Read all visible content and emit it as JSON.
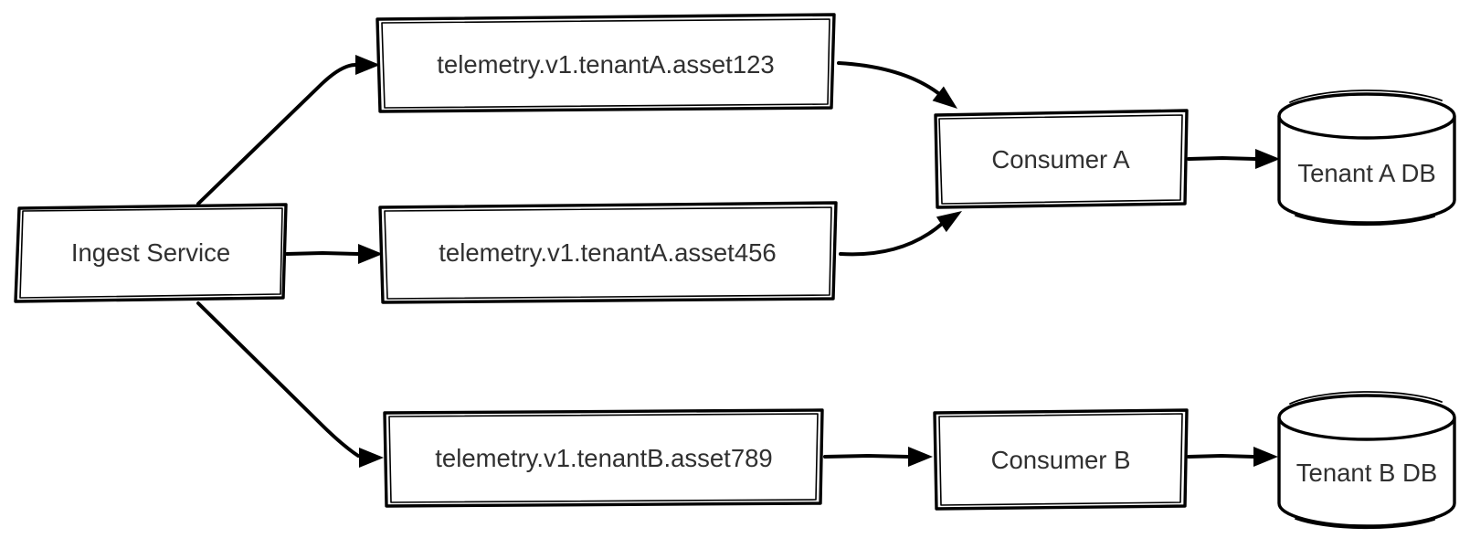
{
  "diagram": {
    "colors": {
      "background": "#ffffff",
      "stroke": "#000000",
      "text": "#303030"
    },
    "nodes": {
      "ingest": {
        "label": "Ingest Service",
        "shape": "rectangle"
      },
      "topic_a_123": {
        "label": "telemetry.v1.tenantA.asset123",
        "shape": "rectangle"
      },
      "topic_a_456": {
        "label": "telemetry.v1.tenantA.asset456",
        "shape": "rectangle"
      },
      "topic_b_789": {
        "label": "telemetry.v1.tenantB.asset789",
        "shape": "rectangle"
      },
      "consumer_a": {
        "label": "Consumer A",
        "shape": "rectangle"
      },
      "consumer_b": {
        "label": "Consumer B",
        "shape": "rectangle"
      },
      "tenant_a_db": {
        "label": "Tenant A DB",
        "shape": "cylinder"
      },
      "tenant_b_db": {
        "label": "Tenant B DB",
        "shape": "cylinder"
      }
    },
    "edges": [
      {
        "from": "Ingest Service",
        "to": "telemetry.v1.tenantA.asset123"
      },
      {
        "from": "Ingest Service",
        "to": "telemetry.v1.tenantA.asset456"
      },
      {
        "from": "Ingest Service",
        "to": "telemetry.v1.tenantB.asset789"
      },
      {
        "from": "telemetry.v1.tenantA.asset123",
        "to": "Consumer A"
      },
      {
        "from": "telemetry.v1.tenantA.asset456",
        "to": "Consumer A"
      },
      {
        "from": "telemetry.v1.tenantB.asset789",
        "to": "Consumer B"
      },
      {
        "from": "Consumer A",
        "to": "Tenant A DB"
      },
      {
        "from": "Consumer B",
        "to": "Tenant B DB"
      }
    ]
  }
}
